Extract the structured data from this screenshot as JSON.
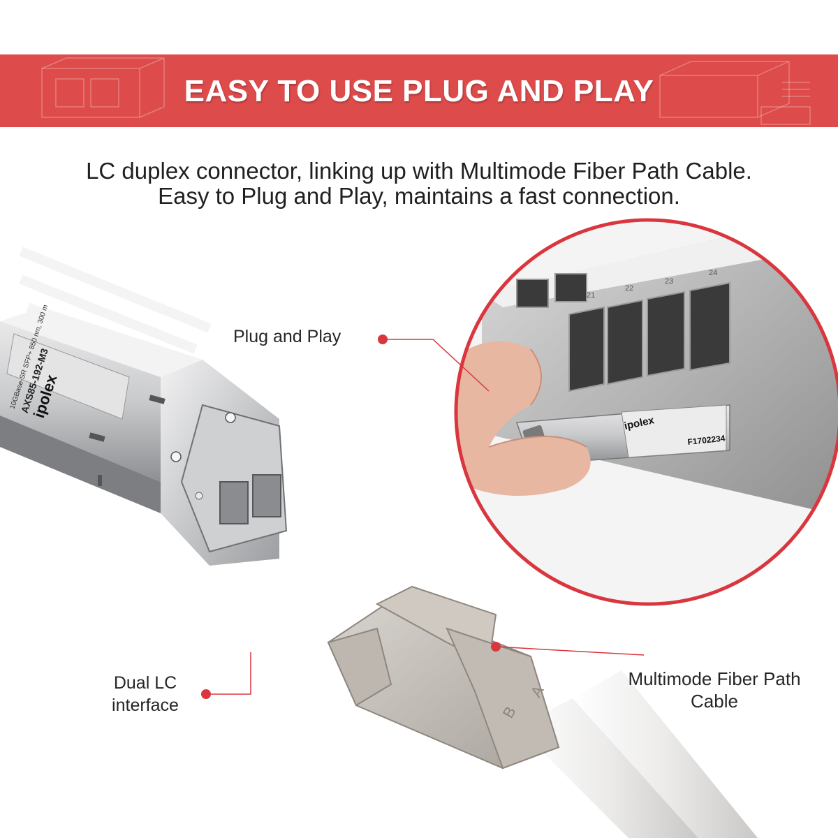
{
  "banner": {
    "title": "EASY TO USE  PLUG AND PLAY",
    "color": "#dd4b4b"
  },
  "description": {
    "line1": "LC duplex connector, linking up with Multimode Fiber Path Cable.",
    "line2": "Easy to Plug and Play, maintains a fast connection."
  },
  "callouts": {
    "plug_and_play": "Plug and Play",
    "dual_lc_line1": "Dual LC",
    "dual_lc_line2": "interface",
    "multimode_line1": "Multimode Fiber Path",
    "multimode_line2": "Cable",
    "accent_color": "#d9363e"
  },
  "module_label": {
    "brand": "ipolex",
    "model": "AXS85-192-M3",
    "spec": "10GBase-SR SFP+ 850 nm, 300 m"
  },
  "inset_module_label": {
    "brand": "ipolex",
    "serial": "F1702234",
    "port_numbers": [
      "21",
      "22",
      "23",
      "24"
    ]
  },
  "lc_connector_letters": [
    "B",
    "A"
  ]
}
